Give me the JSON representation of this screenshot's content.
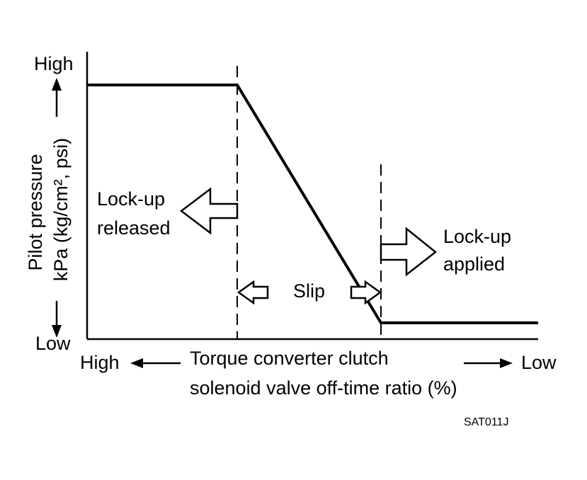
{
  "y_axis": {
    "high": "High",
    "low": "Low",
    "label_line1": "Pilot pressure",
    "label_line2": "kPa (kg/cm², psi)"
  },
  "x_axis": {
    "high": "High",
    "low": "Low",
    "label_line1": "Torque converter clutch",
    "label_line2": "solenoid valve off-time ratio (%)"
  },
  "regions": {
    "released_line1": "Lock-up",
    "released_line2": "released",
    "slip": "Slip",
    "applied_line1": "Lock-up",
    "applied_line2": "applied"
  },
  "figure_code": "SAT011J",
  "colors": {
    "ink": "#000000",
    "background": "#ffffff"
  }
}
